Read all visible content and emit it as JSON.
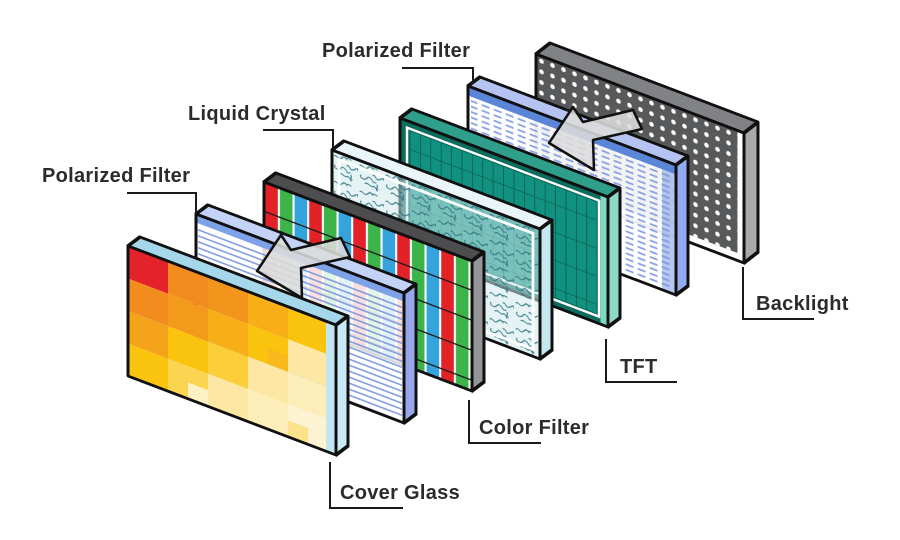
{
  "diagram": {
    "subject": "LCD display exploded layer diagram",
    "background": "#ffffff",
    "text_color": "#2b2b2b",
    "connector_color": "#1a1a1a",
    "outline_color": "#101010",
    "arrow_fill": "#dcdcdc",
    "arrow_outline": "#111111",
    "arrow_direction": "toward front (down-left)",
    "arrow_count": 2
  },
  "layers": [
    {
      "id": "cover-glass",
      "label": "Cover Glass",
      "colors": {
        "top": "#a5d7eb",
        "side": "#c9e9f6",
        "band": "#c3e6f4"
      },
      "mosaic": [
        [
          "#e32229",
          "#f28c1e",
          "#f2951d",
          "#f7ae17",
          "#f9c30e"
        ],
        [
          "#f28c1e",
          "#f39a1d",
          "#f7ae17",
          "#f9c30e",
          "#fce8a4"
        ],
        [
          "#f5a31b",
          "#f9c30e",
          "#fbce3a",
          "#fce8a4",
          "#fdedb9"
        ],
        [
          "#f9c30e",
          "#fbd452",
          "#fce8a4",
          "#fdedb9",
          "#fdf3d2"
        ]
      ],
      "accents": [
        "#f9b91c",
        "#fce8a4",
        "#fbe28b",
        "#fdf0c4"
      ]
    },
    {
      "id": "polarized-filter-front",
      "label": "Polarized Filter",
      "colors": {
        "face": "#ffffff",
        "line": "#7b97dd",
        "band": "#7ea2e8",
        "top": "#c3d2f6",
        "side": "#98a7ec"
      }
    },
    {
      "id": "color-filter",
      "label": "Color Filter",
      "colors": {
        "separator": "#ffffff",
        "stripes": [
          "#e32227",
          "#3cb44a",
          "#35a3dc"
        ],
        "row_line": "#1b1b1b",
        "top": "#4d4d4f",
        "side": "#939598"
      }
    },
    {
      "id": "liquid-crystal",
      "label": "Liquid Crystal",
      "colors": {
        "face": "#cfeaed",
        "squiggle": "#2e7480",
        "frame": "#ffffff",
        "top": "#e9f5f8",
        "side": "#c4e8ef"
      }
    },
    {
      "id": "tft",
      "label": "TFT",
      "colors": {
        "face": "#0c6c5e",
        "panel": "#119180",
        "grid_line": "#0a5b50",
        "frame": "#ffffff",
        "edge": "#7fd8c4",
        "top": "#2f9e8a",
        "side": "#8ed9c6"
      }
    },
    {
      "id": "polarized-filter-back",
      "label": "Polarized Filter",
      "colors": {
        "face": "#ffffff",
        "dash": "#8ba3e3",
        "band": "#5b86d8",
        "band_right": "#7e99e0",
        "top": "#b4c3f2",
        "side": "#93abf0"
      }
    },
    {
      "id": "backlight",
      "label": "Backlight",
      "colors": {
        "face": "#58595b",
        "dot": "#ffffff",
        "frame": "#ffffff",
        "top": "#808285",
        "side": "#a7a9ac"
      }
    }
  ]
}
